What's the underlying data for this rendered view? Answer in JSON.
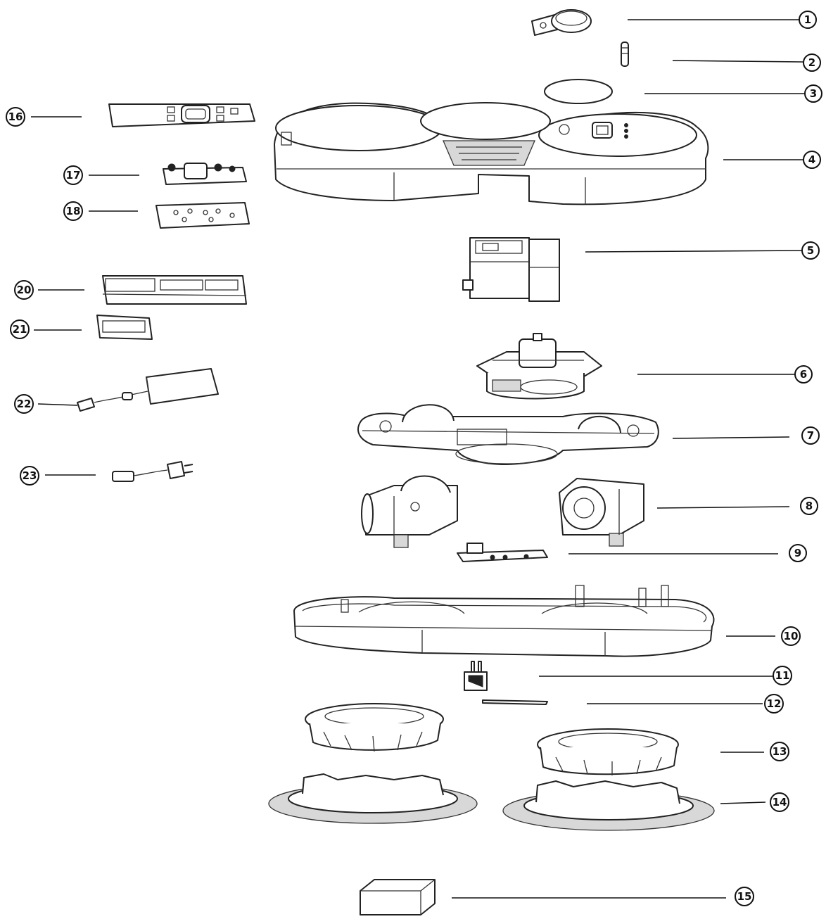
{
  "callouts": [
    {
      "number": "1"
    },
    {
      "number": "2"
    },
    {
      "number": "3"
    },
    {
      "number": "4"
    },
    {
      "number": "5"
    },
    {
      "number": "6"
    },
    {
      "number": "7"
    },
    {
      "number": "8"
    },
    {
      "number": "9"
    },
    {
      "number": "10"
    },
    {
      "number": "11"
    },
    {
      "number": "12"
    },
    {
      "number": "13"
    },
    {
      "number": "14"
    },
    {
      "number": "15"
    },
    {
      "number": "16"
    },
    {
      "number": "17"
    },
    {
      "number": "18"
    },
    {
      "number": "20"
    },
    {
      "number": "21"
    },
    {
      "number": "22"
    },
    {
      "number": "23"
    }
  ],
  "colors": {
    "line": "#222222",
    "background": "#ffffff",
    "shade": "#d8d8d8"
  }
}
